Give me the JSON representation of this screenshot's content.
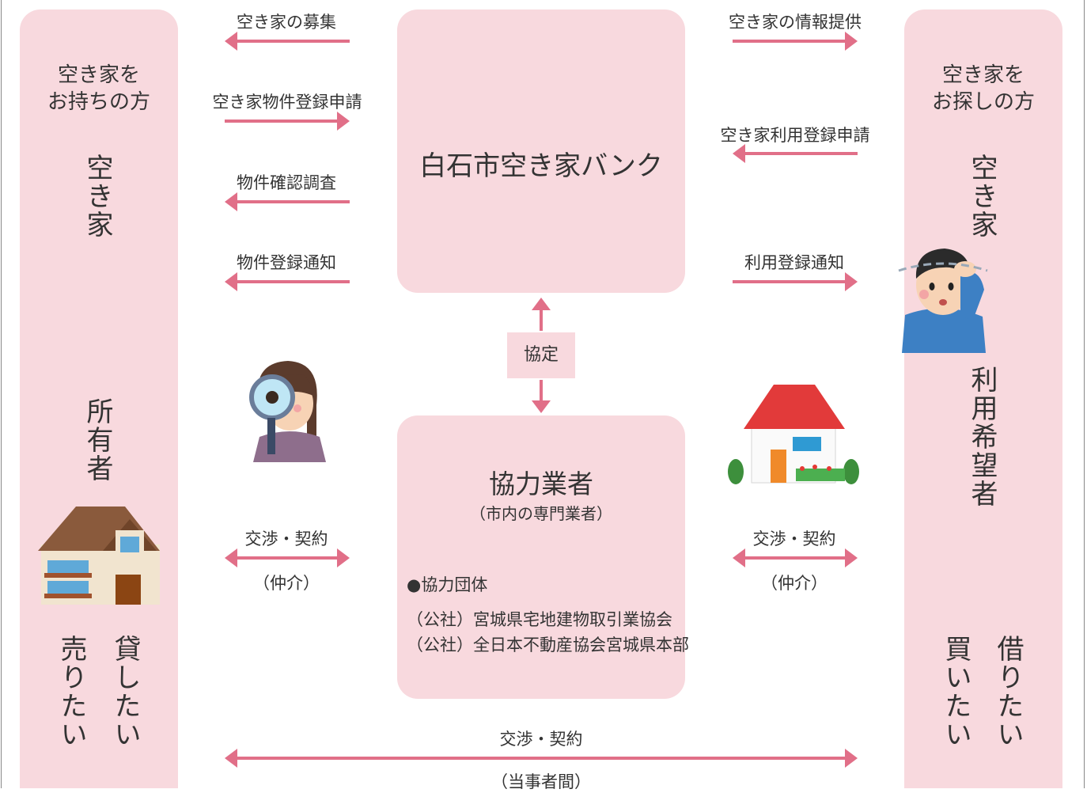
{
  "owner": {
    "title": "空き家を\nお持ちの方",
    "vertical_1": "空き家",
    "vertical_2": "所有者",
    "want_rent": "貸したい",
    "want_sell": "売りたい"
  },
  "seeker": {
    "title": "空き家を\nお探しの方",
    "vertical_1": "空き家",
    "vertical_2": "利用希望者",
    "want_borrow": "借りたい",
    "want_buy": "買いたい"
  },
  "bank": {
    "title": "白石市空き家バンク"
  },
  "agreement": "協定",
  "partner": {
    "title": "協力業者",
    "subtitle": "（市内の専門業者）",
    "group_label": "●協力団体",
    "org_1": "（公社）宮城県宅地建物取引業協会",
    "org_2": "（公社）全日本不動産協会宮城県本部"
  },
  "left_flows": {
    "recruit": "空き家の募集",
    "property_apply": "空き家物件登録申請",
    "property_check": "物件確認調査",
    "property_notice": "物件登録通知",
    "nego": "交渉・契約",
    "broker": "（仲介）"
  },
  "right_flows": {
    "info": "空き家の情報提供",
    "use_apply": "空き家利用登録申請",
    "use_notice": "利用登録通知",
    "nego": "交渉・契約",
    "broker": "（仲介）"
  },
  "bottom": {
    "nego": "交渉・契約",
    "parties": "（当事者間）"
  },
  "colors": {
    "panel": "#f8d9de",
    "arrow": "#e16f88",
    "text": "#333333"
  },
  "icons": [
    "brown-house-icon",
    "inspector-woman-icon",
    "red-roof-house-icon",
    "confused-man-icon"
  ]
}
